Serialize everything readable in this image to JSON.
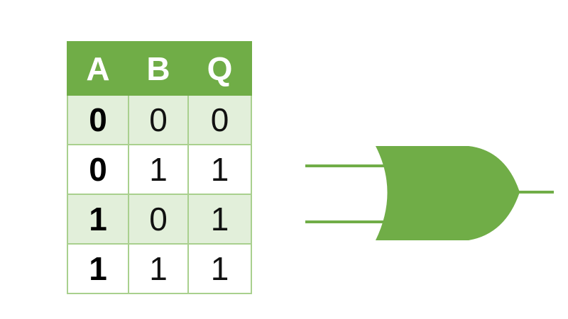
{
  "truth_table": {
    "headers": [
      "A",
      "B",
      "Q"
    ],
    "rows": [
      [
        "0",
        "0",
        "0"
      ],
      [
        "0",
        "1",
        "1"
      ],
      [
        "1",
        "0",
        "1"
      ],
      [
        "1",
        "1",
        "1"
      ]
    ]
  },
  "colors": {
    "accent": "#70ad47",
    "header_text": "#ffffff",
    "row_shade": "#e2efda",
    "cell_border": "#a9d08e"
  },
  "gate": {
    "icon": "or-gate-icon",
    "color": "#70ad47"
  }
}
